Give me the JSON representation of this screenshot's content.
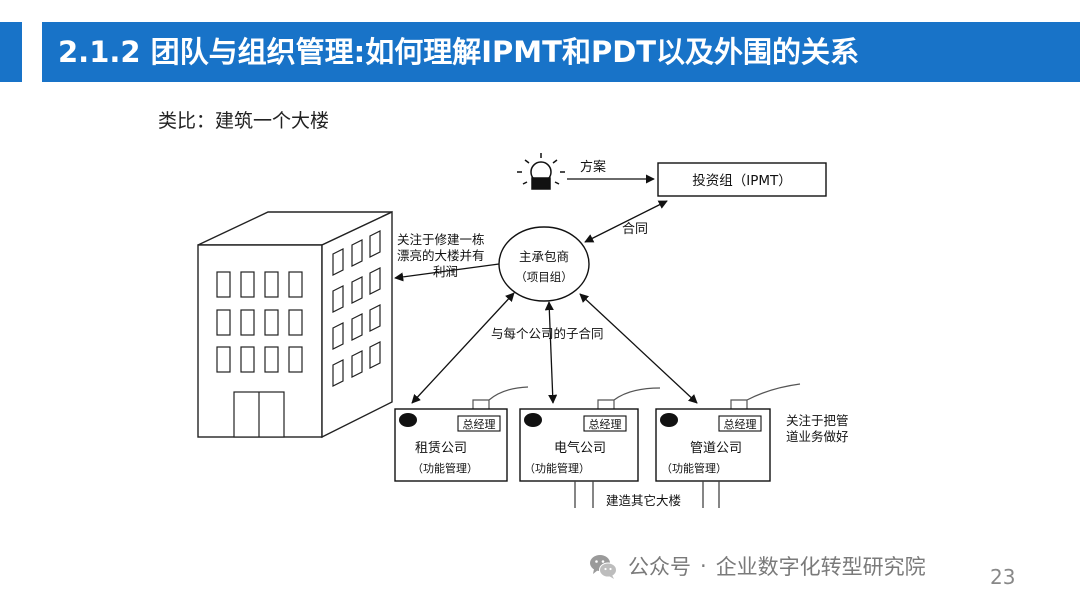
{
  "slide": {
    "title": "2.1.2 团队与组织管理:如何理解IPMT和PDT以及外围的关系",
    "subtitle": "类比：建筑一个大楼",
    "page_number": "23"
  },
  "diagram": {
    "ipmt_box": "投资组（IPMT）",
    "plan_label": "方案",
    "contract_label": "合同",
    "contractor_line1": "主承包商",
    "contractor_line2": "（项目组）",
    "focus_building_line1": "关注于修建一栋",
    "focus_building_line2": "漂亮的大楼并有",
    "focus_building_line3": "利润",
    "sub_contract_label": "与每个公司的子合同",
    "companies": [
      {
        "name": "租赁公司",
        "manager": "总经理",
        "function": "（功能管理）"
      },
      {
        "name": "电气公司",
        "manager": "总经理",
        "function": "（功能管理）"
      },
      {
        "name": "管道公司",
        "manager": "总经理",
        "function": "（功能管理）"
      }
    ],
    "focus_business_line1": "关注于把管",
    "focus_business_line2": "道业务做好",
    "other_buildings": "建造其它大楼"
  },
  "watermark": {
    "text1": "公众号",
    "dot": "·",
    "text2": "企业数字化转型研究院",
    "icon": "wechat-icon"
  }
}
